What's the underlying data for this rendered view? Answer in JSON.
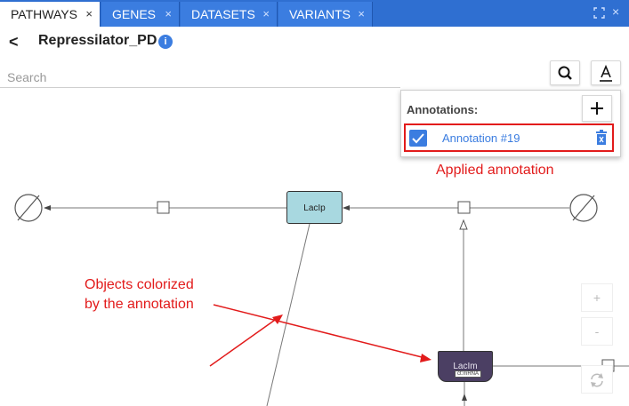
{
  "tabs": [
    {
      "label": "PATHWAYS",
      "close": "×"
    },
    {
      "label": "GENES",
      "close": "×"
    },
    {
      "label": "DATASETS",
      "close": "×"
    },
    {
      "label": "VARIANTS",
      "close": "×"
    }
  ],
  "window_controls": {
    "expand_icon": "expand-icon",
    "close_label": "×"
  },
  "header": {
    "back_label": "<",
    "title": "Repressilator_PD",
    "info_label": "i"
  },
  "search": {
    "placeholder": "Search"
  },
  "toolbar": {
    "search_icon": "search-icon",
    "annotate_icon": "text-annotation-icon"
  },
  "annotations": {
    "title": "Annotations:",
    "add_label": "+",
    "items": [
      {
        "label": "Annotation #19",
        "checked": true
      }
    ]
  },
  "callouts": {
    "applied": "Applied annotation",
    "objects_line1": "Objects colorized",
    "objects_line2": "by the annotation"
  },
  "diagram": {
    "nodes": [
      {
        "label": "LacIp",
        "color": "#a8d8e0"
      },
      {
        "label": "LacIm",
        "sublabel": "ct:mRNA",
        "color": "#4b3f63"
      }
    ]
  },
  "zoom": {
    "in_label": "+",
    "out_label": "-",
    "reset_icon": "refresh-icon"
  },
  "colors": {
    "accent": "#3b7de0",
    "tabbar": "#2f6fd1",
    "callout": "#e21b1b"
  }
}
